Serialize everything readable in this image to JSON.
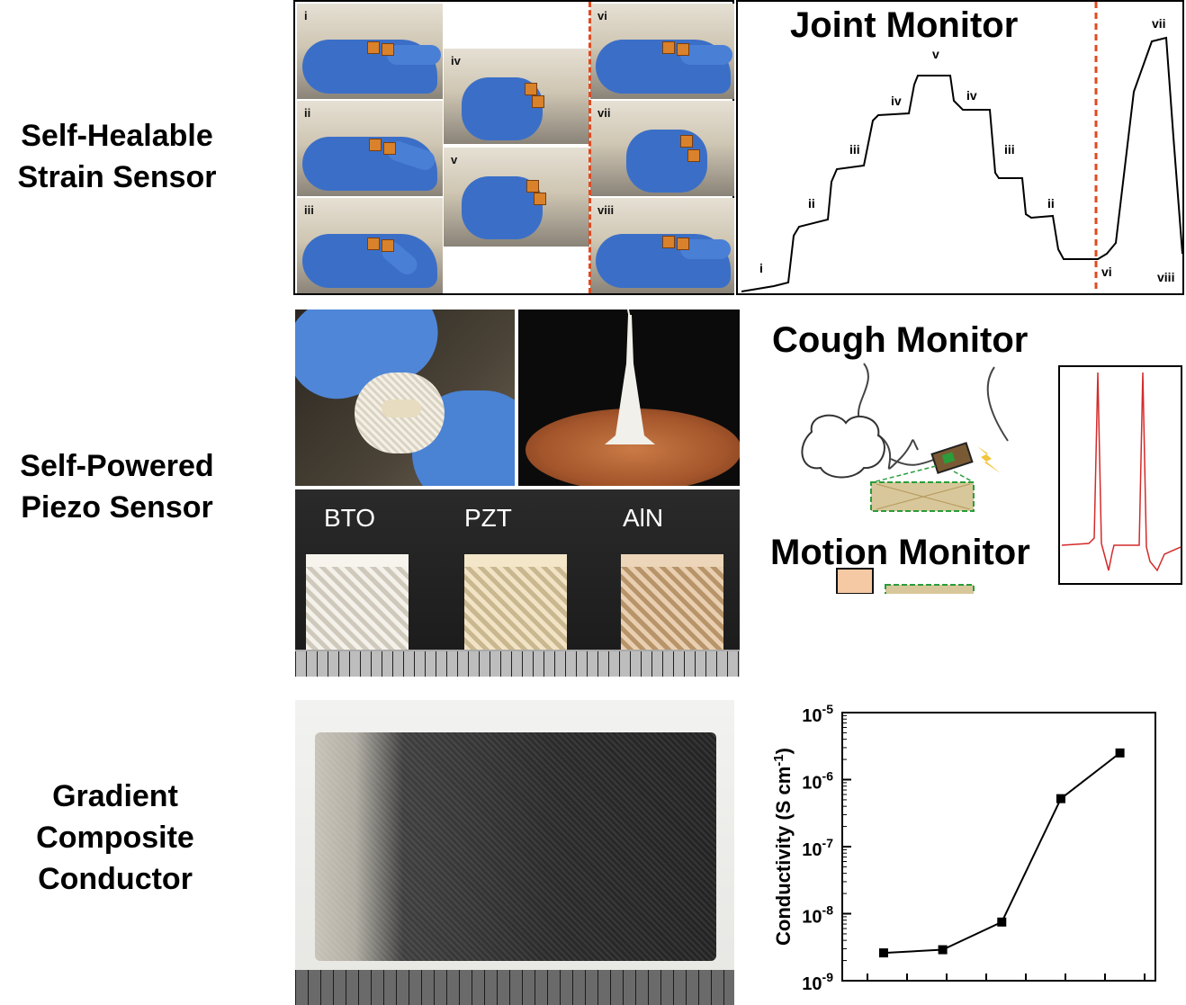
{
  "rows": {
    "strain": {
      "line1": "Self-Healable",
      "line2": "Strain Sensor"
    },
    "piezo": {
      "line1": "Self-Powered",
      "line2": "Piezo Sensor"
    },
    "gradient": {
      "line1": "Gradient",
      "line2": "Composite",
      "line3": "Conductor"
    }
  },
  "glove_tiles": {
    "left": [
      "i",
      "ii",
      "iii"
    ],
    "middle": [
      "iv",
      "v"
    ],
    "right": [
      "vi",
      "vii",
      "viii"
    ]
  },
  "joint_monitor": {
    "title": "Joint Monitor",
    "annotations": [
      "i",
      "ii",
      "iii",
      "iv",
      "v",
      "iv",
      "iii",
      "ii",
      "vi",
      "vii",
      "viii"
    ]
  },
  "piezo_materials": [
    "BTO",
    "PZT",
    "AlN"
  ],
  "cough_monitor": {
    "title": "Cough Monitor"
  },
  "motion_monitor": {
    "title": "Motion Monitor"
  },
  "colors": {
    "signal_red": "#d42a2a",
    "dashed_divider": "#e04a1f",
    "glove_blue": "#3b6fc7",
    "lattice_green": "#2a9d3a"
  },
  "chart_data": {
    "type": "scatter",
    "title": "",
    "xlabel": "",
    "ylabel": "Conductivity (S cm",
    "ylabel_sup": "-1",
    "ylabel_end": ")",
    "yscale": "log",
    "ylim": [
      1e-09,
      1e-05
    ],
    "y_ticks": [
      {
        "base": "10",
        "exp": "-9"
      },
      {
        "base": "10",
        "exp": "-8"
      },
      {
        "base": "10",
        "exp": "-7"
      },
      {
        "base": "10",
        "exp": "-6"
      },
      {
        "base": "10",
        "exp": "-5"
      }
    ],
    "x": [
      1,
      2,
      3,
      4,
      5
    ],
    "y": [
      2.6e-09,
      2.9e-09,
      7.5e-09,
      5.2e-07,
      2.5e-06
    ],
    "line": true,
    "marker": "square"
  }
}
